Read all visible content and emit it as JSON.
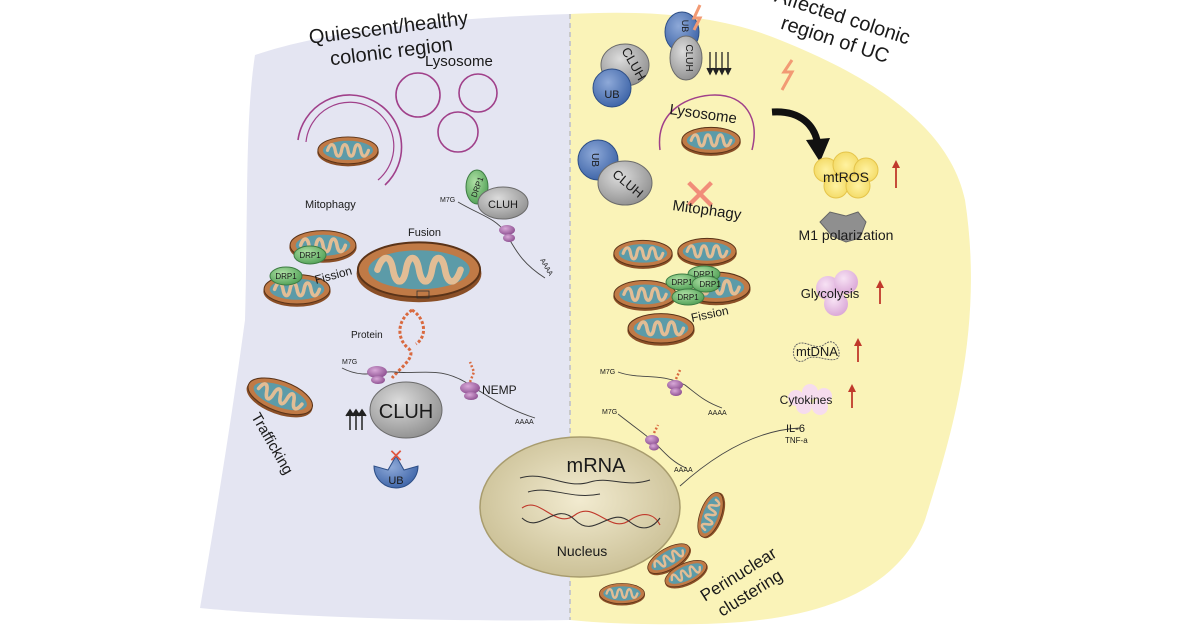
{
  "titles": {
    "left_line1": "Quiescent/healthy",
    "left_line2": "colonic region",
    "right_line1": "Affected colonic",
    "right_line2": "region of UC"
  },
  "left": {
    "lysosome": "Lysosome",
    "mitophagy": "Mitophagy",
    "fusion": "Fusion",
    "fission": "Fission",
    "drp1": "DRP1",
    "cluh": "CLUH",
    "m7g": "M7G",
    "aaaa": "AAAA",
    "protein": "Protein",
    "nemp": "NEMP",
    "ub": "UB",
    "trafficking": "Trafficking"
  },
  "center": {
    "mrna": "mRNA",
    "nucleus": "Nucleus",
    "perinuclear_line1": "Perinuclear",
    "perinuclear_line2": "clustering"
  },
  "right": {
    "ub": "UB",
    "cluh": "CLUH",
    "lysosome": "Lysosome",
    "mitophagy": "Mitophagy",
    "fission": "Fission",
    "drp1": "DRP1",
    "m7g": "M7G",
    "aaaa": "AAAA",
    "mtros": "mtROS",
    "m1": "M1 polarization",
    "glycolysis": "Glycolysis",
    "mtdna": "mtDNA",
    "cytokines": "Cytokines",
    "il6": "IL-6",
    "tnfa": "TNF-a"
  },
  "colors": {
    "left_bg": "#e4e5f2",
    "right_bg": "#faf3b8",
    "ub": "#4a72b4",
    "cluh": "#a9a9a9",
    "drp1": "#6cbf6c",
    "ribosome": "#9c5fa0",
    "up_arrow": "#c0392b"
  }
}
